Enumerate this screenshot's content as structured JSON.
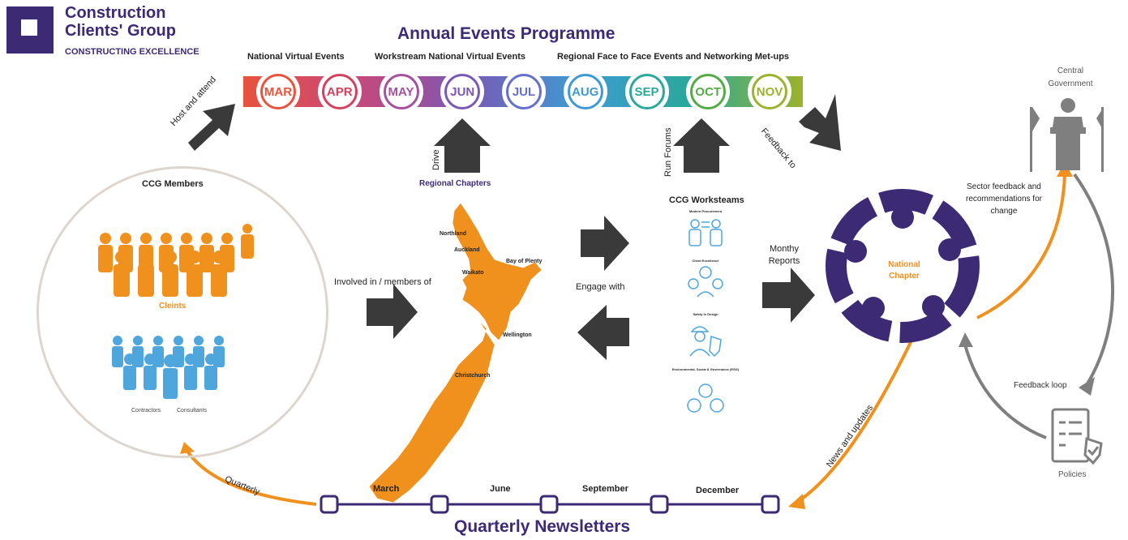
{
  "logo": {
    "line1": "Construction",
    "line2": "Clients' Group",
    "line3": "CONSTRUCTING EXCELLENCE"
  },
  "events": {
    "title": "Annual Events Programme",
    "segments": [
      "National Virtual Events",
      "Workstream National Virtual Events",
      "Regional Face to Face Events and Networking Met-ups"
    ],
    "months": [
      {
        "label": "MAR",
        "color": "#e8533d"
      },
      {
        "label": "APR",
        "color": "#d4405e"
      },
      {
        "label": "MAY",
        "color": "#a650a0"
      },
      {
        "label": "JUN",
        "color": "#7b58b5"
      },
      {
        "label": "JUL",
        "color": "#6470cc"
      },
      {
        "label": "AUG",
        "color": "#3e9ad3"
      },
      {
        "label": "SEP",
        "color": "#2aa89a"
      },
      {
        "label": "OCT",
        "color": "#54ab45"
      },
      {
        "label": "NOV",
        "color": "#9bb32c"
      }
    ]
  },
  "labels": {
    "host": "Host and attend",
    "drive": "Drive",
    "run_forums": "Run Forums",
    "feedback_to": "Feedback to",
    "involved": "Involved in / members of",
    "engage": "Engage with",
    "monthly": "Monthy Reports",
    "sector_feedback": "Sector feedback and recommendations for change",
    "feedback_loop": "Feedback loop",
    "news_updates": "News and updates",
    "quarterly": "Quarterly"
  },
  "members": {
    "title": "CCG Members",
    "clients": "Cleints",
    "contractors": "Contractors",
    "consultants": "Consultants"
  },
  "regional": {
    "title": "Regional Chapters",
    "regions": [
      "Northland",
      "Auckland",
      "Waikato",
      "Bay of Plenty",
      "Wellington",
      "Christchurch"
    ]
  },
  "workstreams": {
    "title": "CCG Worksteams",
    "items": [
      "Modern Procurement",
      "Client Excellence",
      "Safety in Design",
      "Environmental, Social & Governance (ESG)"
    ]
  },
  "national": {
    "label": "National Chapter"
  },
  "government": {
    "label": "Central Government"
  },
  "policies": {
    "label": "Policies"
  },
  "newsletters": {
    "title": "Quarterly Newsletters",
    "quarters": [
      "March",
      "June",
      "September",
      "December"
    ]
  },
  "colors": {
    "purple": "#3d2a74",
    "orange": "#f0901d",
    "grey": "#7f7f7f",
    "dark": "#3a3a3a",
    "blue": "#4ea6dc"
  }
}
